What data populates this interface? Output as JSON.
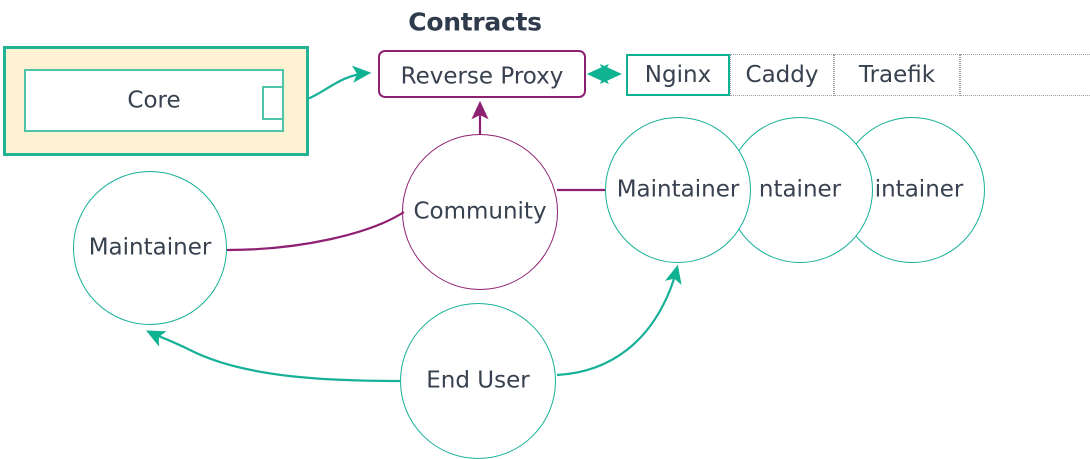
{
  "diagram": {
    "title": "Contracts",
    "type": "architecture-flow-diagram",
    "colors": {
      "teal": "#17b098",
      "teal_bright": "#0fb392",
      "purple": "#8e2071",
      "text": "#37414f",
      "container_fill": "#fdf3d2",
      "container_border": "#21b392",
      "dotted_border": "#9aa0a6",
      "background": "#ffffff"
    }
  },
  "core_container": {
    "name": "core-subgraph",
    "core_label": "Core",
    "has_port": true
  },
  "reverse_proxy": {
    "label": "Reverse Proxy"
  },
  "implementations": [
    {
      "label": "Nginx",
      "style": "solid",
      "selected": true
    },
    {
      "label": "Caddy",
      "style": "dotted",
      "selected": false
    },
    {
      "label": "Traefik",
      "style": "dotted",
      "selected": false
    },
    {
      "label": "",
      "style": "dotted",
      "selected": false
    }
  ],
  "actors": {
    "community": {
      "label": "Community",
      "shape": "circle",
      "color": "purple"
    },
    "maintainer_left": {
      "label": "Maintainer",
      "shape": "circle",
      "color": "teal"
    },
    "maintainers_right": [
      {
        "label": "Maintainer",
        "shape": "circle",
        "color": "teal"
      },
      {
        "label": "ntainer",
        "shape": "circle",
        "color": "teal"
      },
      {
        "label": "aintainer",
        "shape": "circle",
        "color": "teal"
      }
    ],
    "end_user": {
      "label": "End User",
      "shape": "circle",
      "color": "teal"
    }
  },
  "edges": [
    {
      "from": "Core",
      "to": "Reverse Proxy",
      "color": "teal",
      "arrow": "end"
    },
    {
      "from": "Reverse Proxy",
      "to": "Nginx",
      "color": "teal",
      "arrow": "both"
    },
    {
      "from": "Community",
      "to": "Reverse Proxy",
      "color": "purple",
      "arrow": "end"
    },
    {
      "from": "Maintainer",
      "to": "Community",
      "color": "purple",
      "arrow": "none"
    },
    {
      "from": "Community",
      "to": "Maintainer",
      "color": "purple",
      "arrow": "none"
    },
    {
      "from": "End User",
      "to": "Maintainer",
      "color": "teal",
      "arrow": "end"
    },
    {
      "from": "End User",
      "to": "Maintainer",
      "color": "teal",
      "arrow": "end"
    }
  ]
}
